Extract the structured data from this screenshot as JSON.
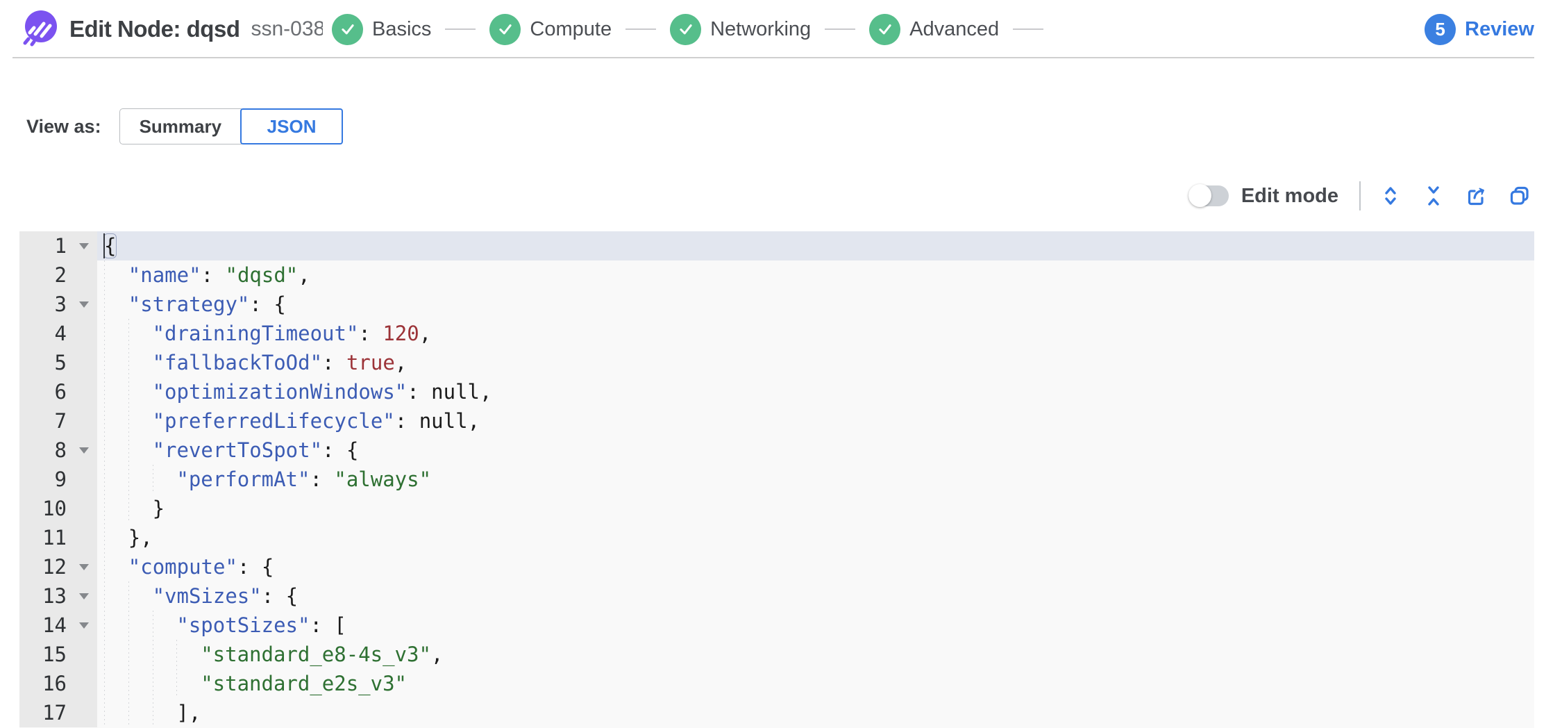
{
  "header": {
    "title": "Edit Node: dqsd",
    "subtitle": "ssn-038",
    "steps": [
      {
        "label": "Basics",
        "state": "complete"
      },
      {
        "label": "Compute",
        "state": "complete"
      },
      {
        "label": "Networking",
        "state": "complete"
      },
      {
        "label": "Advanced",
        "state": "complete"
      },
      {
        "label": "Review",
        "state": "current",
        "number": "5"
      }
    ]
  },
  "view_as": {
    "label": "View as:",
    "options": [
      {
        "label": "Summary",
        "selected": false
      },
      {
        "label": "JSON",
        "selected": true
      }
    ]
  },
  "toolbar": {
    "edit_mode_label": "Edit mode",
    "edit_mode_on": false,
    "icons": [
      {
        "name": "expand-all-icon"
      },
      {
        "name": "collapse-all-icon"
      },
      {
        "name": "export-icon"
      },
      {
        "name": "copy-icon"
      }
    ]
  },
  "editor": {
    "active_line": 1,
    "lines": [
      {
        "n": 1,
        "fold": true,
        "active": true,
        "cursor": true,
        "tokens": [
          [
            "p",
            "{"
          ]
        ]
      },
      {
        "n": 2,
        "fold": false,
        "tokens": [
          [
            "w",
            "  "
          ],
          [
            "k",
            "\"name\""
          ],
          [
            "p",
            ": "
          ],
          [
            "s",
            "\"dqsd\""
          ],
          [
            "p",
            ","
          ]
        ]
      },
      {
        "n": 3,
        "fold": true,
        "tokens": [
          [
            "w",
            "  "
          ],
          [
            "k",
            "\"strategy\""
          ],
          [
            "p",
            ": {"
          ]
        ]
      },
      {
        "n": 4,
        "fold": false,
        "tokens": [
          [
            "w",
            "    "
          ],
          [
            "k",
            "\"drainingTimeout\""
          ],
          [
            "p",
            ": "
          ],
          [
            "n",
            "120"
          ],
          [
            "p",
            ","
          ]
        ]
      },
      {
        "n": 5,
        "fold": false,
        "tokens": [
          [
            "w",
            "    "
          ],
          [
            "k",
            "\"fallbackToOd\""
          ],
          [
            "p",
            ": "
          ],
          [
            "n",
            "true"
          ],
          [
            "p",
            ","
          ]
        ]
      },
      {
        "n": 6,
        "fold": false,
        "tokens": [
          [
            "w",
            "    "
          ],
          [
            "k",
            "\"optimizationWindows\""
          ],
          [
            "p",
            ": "
          ],
          [
            "z",
            "null"
          ],
          [
            "p",
            ","
          ]
        ]
      },
      {
        "n": 7,
        "fold": false,
        "tokens": [
          [
            "w",
            "    "
          ],
          [
            "k",
            "\"preferredLifecycle\""
          ],
          [
            "p",
            ": "
          ],
          [
            "z",
            "null"
          ],
          [
            "p",
            ","
          ]
        ]
      },
      {
        "n": 8,
        "fold": true,
        "tokens": [
          [
            "w",
            "    "
          ],
          [
            "k",
            "\"revertToSpot\""
          ],
          [
            "p",
            ": {"
          ]
        ]
      },
      {
        "n": 9,
        "fold": false,
        "tokens": [
          [
            "w",
            "      "
          ],
          [
            "k",
            "\"performAt\""
          ],
          [
            "p",
            ": "
          ],
          [
            "s",
            "\"always\""
          ]
        ]
      },
      {
        "n": 10,
        "fold": false,
        "tokens": [
          [
            "w",
            "    "
          ],
          [
            "p",
            "}"
          ]
        ]
      },
      {
        "n": 11,
        "fold": false,
        "tokens": [
          [
            "w",
            "  "
          ],
          [
            "p",
            "},"
          ]
        ]
      },
      {
        "n": 12,
        "fold": true,
        "tokens": [
          [
            "w",
            "  "
          ],
          [
            "k",
            "\"compute\""
          ],
          [
            "p",
            ": {"
          ]
        ]
      },
      {
        "n": 13,
        "fold": true,
        "tokens": [
          [
            "w",
            "    "
          ],
          [
            "k",
            "\"vmSizes\""
          ],
          [
            "p",
            ": {"
          ]
        ]
      },
      {
        "n": 14,
        "fold": true,
        "tokens": [
          [
            "w",
            "      "
          ],
          [
            "k",
            "\"spotSizes\""
          ],
          [
            "p",
            ": ["
          ]
        ]
      },
      {
        "n": 15,
        "fold": false,
        "tokens": [
          [
            "w",
            "        "
          ],
          [
            "s",
            "\"standard_e8-4s_v3\""
          ],
          [
            "p",
            ","
          ]
        ]
      },
      {
        "n": 16,
        "fold": false,
        "tokens": [
          [
            "w",
            "        "
          ],
          [
            "s",
            "\"standard_e2s_v3\""
          ]
        ]
      },
      {
        "n": 17,
        "fold": false,
        "tokens": [
          [
            "w",
            "      "
          ],
          [
            "p",
            "],"
          ]
        ]
      }
    ],
    "colors": {
      "key": "#3c5cb4",
      "string": "#2e7032",
      "number_boolean": "#9c3338",
      "null": "#1c1c1c",
      "editor_bg": "#f9f9f9",
      "gutter_bg": "#e9e9e9",
      "active_line_bg": "#e2e6ef",
      "accent_blue": "#3579e0",
      "step_green": "#56be8b",
      "logo_purple": "#7b52f0"
    }
  }
}
